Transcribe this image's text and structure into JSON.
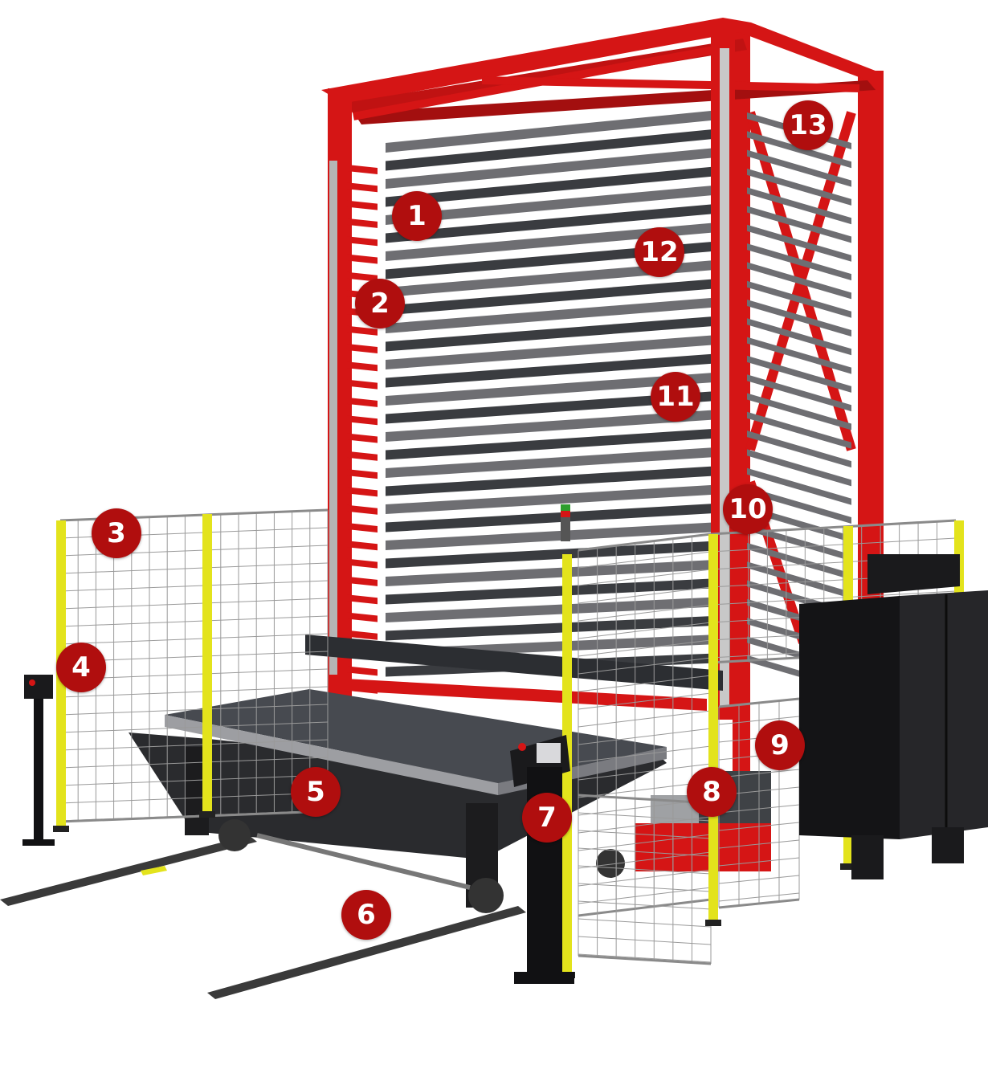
{
  "colors": {
    "frame_red": "#d51515",
    "frame_dark_red": "#a30f0f",
    "tray_gray": "#6e6e72",
    "tray_dark": "#3a3c40",
    "fence_yellow": "#e3e31c",
    "mesh_gray": "#9a9a9a",
    "cabinet_black": "#1e1e20",
    "marker_red": "#b00e0e",
    "marker_text": "#ffffff"
  },
  "markers": [
    {
      "number": "1"
    },
    {
      "number": "2"
    },
    {
      "number": "3"
    },
    {
      "number": "4"
    },
    {
      "number": "5"
    },
    {
      "number": "6"
    },
    {
      "number": "7"
    },
    {
      "number": "8"
    },
    {
      "number": "9"
    },
    {
      "number": "10"
    },
    {
      "number": "11"
    },
    {
      "number": "12"
    },
    {
      "number": "13"
    }
  ]
}
